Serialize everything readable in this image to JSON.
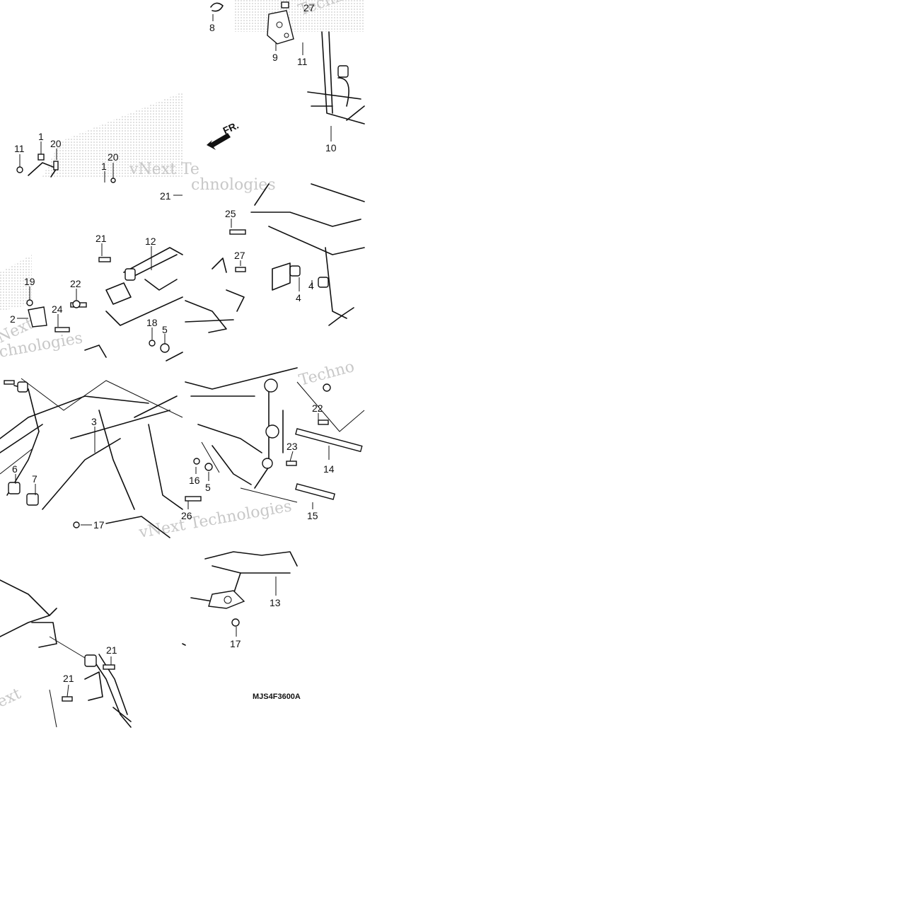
{
  "callouts": {
    "c1a": "1",
    "c1b": "1",
    "c2": "2",
    "c3": "3",
    "c4a": "4",
    "c4b": "4",
    "c5a": "5",
    "c5b": "5",
    "c6": "6",
    "c7": "7",
    "c8": "8",
    "c9": "9",
    "c10": "10",
    "c11a": "11",
    "c11b": "11",
    "c12": "12",
    "c13": "13",
    "c14": "14",
    "c15": "15",
    "c16": "16",
    "c17a": "17",
    "c17b": "17",
    "c18": "18",
    "c19": "19",
    "c20a": "20",
    "c20b": "20",
    "c21a": "21",
    "c21b": "21",
    "c21c": "21",
    "c21d": "21",
    "c22a": "22",
    "c22b": "22",
    "c23": "23",
    "c24": "24",
    "c25": "25",
    "c26": "26",
    "c27a": "27",
    "c27b": "27"
  },
  "front_arrow_label": "FR.",
  "diagram_code": "MJS4F3600A",
  "watermarks": {
    "w1": "vNext Technologies",
    "w2": "Technologies",
    "w3": "Next",
    "w4": "chnologies",
    "w5": "Techno",
    "w6": "vNext Te",
    "w7": "ext",
    "w8": "chnologies"
  },
  "colors": {
    "line": "#111111",
    "watermark": "#c8c8c8",
    "background": "#ffffff"
  }
}
